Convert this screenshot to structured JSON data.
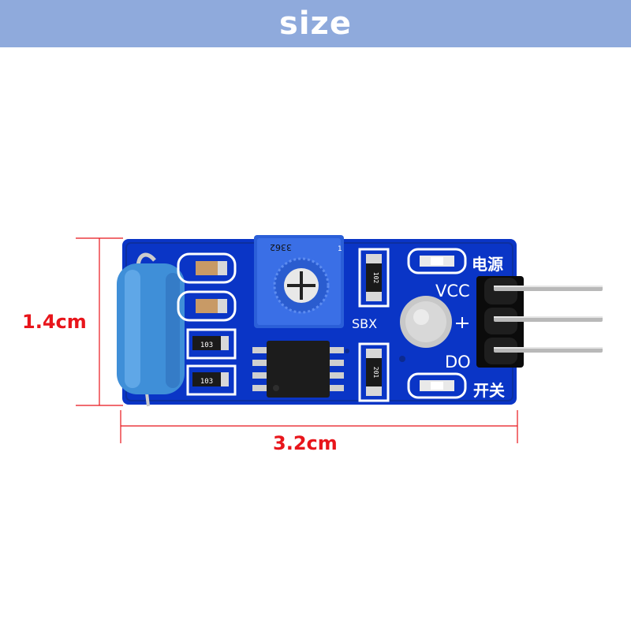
{
  "header": {
    "title": "size"
  },
  "dimensions": {
    "height_label": "1.4cm",
    "width_label": "3.2cm",
    "label_color": "#e8151b"
  },
  "board": {
    "pcb_color": "#0a35c6",
    "potentiometer_text": "3362",
    "pot_pin_mark": "1",
    "chip_marking": "SBX",
    "resistor_1": "103",
    "resistor_2": "103",
    "resistor_3": "102",
    "resistor_4": "201",
    "power_label": "电源",
    "vcc_label": "VCC",
    "do_label": "DO",
    "switch_label": "开关"
  },
  "colors": {
    "banner": "#8faadc",
    "sensor_blue": "#3f8fd8",
    "pot_blue": "#2b5fd8"
  }
}
